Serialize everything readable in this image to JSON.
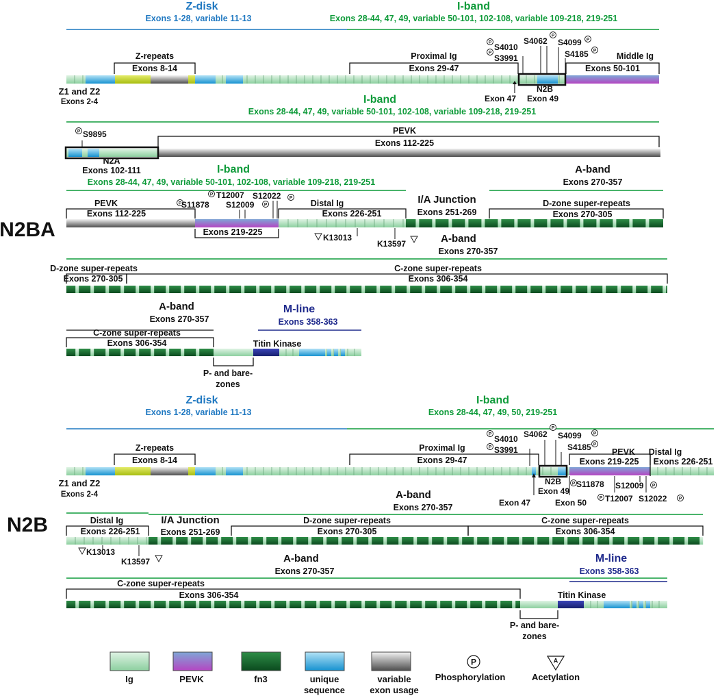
{
  "colors": {
    "zdisk": "#1f78c1",
    "iband": "#0f9b3a",
    "mline": "#1f2a8c",
    "black": "#111111",
    "ig_light": "#d6eedb",
    "ig_dark": "#8ecba0",
    "pevk_top": "#7e9fd2",
    "pevk_bottom": "#b04fc0",
    "fn3_light": "#2f8a45",
    "fn3_dark": "#0b4a1e",
    "unique_top": "#a9dcf3",
    "unique_bottom": "#1898d4",
    "var_light": "#eeeeee",
    "var_dark": "#555555",
    "zrepeat": "#c5d62a",
    "kinase": "#232a8e"
  },
  "isoforms": {
    "n2ba": "N2BA",
    "n2b": "N2B"
  },
  "labels": {
    "zdisk": "Z-disk",
    "zdisk_exons": "Exons 1-28, variable 11-13",
    "iband": "I-band",
    "iband_exons": "Exons 28-44, 47, 49, variable 50-101, 102-108, variable 109-218, 219-251",
    "iband_exons_n2b": "Exons 28-44, 47, 49, 50, 219-251",
    "aband": "A-band",
    "aband_exons": "Exons 270-357",
    "mline": "M-line",
    "mline_exons": "Exons 358-363",
    "z_repeats": "Z-repeats",
    "exons_8_14": "Exons 8-14",
    "z1z2": "Z1 and Z2",
    "exons_2_4": "Exons 2-4",
    "proximal_ig": "Proximal Ig",
    "exons_29_47": "Exons 29-47",
    "middle_ig": "Middle Ig",
    "exons_50_101": "Exons 50-101",
    "n2b_label": "N2B",
    "exon_47": "Exon 47",
    "exon_49": "Exon 49",
    "exon_50": "Exon 50",
    "n2a": "N2A",
    "exons_102_111": "Exons 102-111",
    "pevk": "PEVK",
    "exons_112_225": "Exons 112-225",
    "exons_219_225": "Exons 219-225",
    "distal_ig": "Distal Ig",
    "exons_226_251": "Exons 226-251",
    "ia_junction": "I/A Junction",
    "exons_251_269": "Exons 251-269",
    "dzone": "D-zone super-repeats",
    "exons_270_305": "Exons 270-305",
    "czone": "C-zone super-repeats",
    "exons_306_354": "Exons 306-354",
    "titin_kinase": "Titin Kinase",
    "pbare_1": "P- and bare-",
    "pbare_2": "zones",
    "s4010": "S4010",
    "s3991": "S3991",
    "s4062": "S4062",
    "s4099": "S4099",
    "s4185": "S4185",
    "s9895": "S9895",
    "s11878": "S11878",
    "t12007": "T12007",
    "s12009": "S12009",
    "s12022": "S12022",
    "k13013": "K13013",
    "k13597": "K13597",
    "pevk_n2b": "PEVK",
    "exons_219_225_n2b": "Exons 219-225",
    "phos_symbol": "P",
    "acet_symbol": "A"
  },
  "legend": {
    "ig": "Ig",
    "pevk": "PEVK",
    "fn3": "fn3",
    "unique_1": "unique",
    "unique_2": "sequence",
    "variable_1": "variable",
    "variable_2": "exon usage",
    "phosphorylation": "Phosphorylation",
    "acetylation": "Acetylation"
  }
}
